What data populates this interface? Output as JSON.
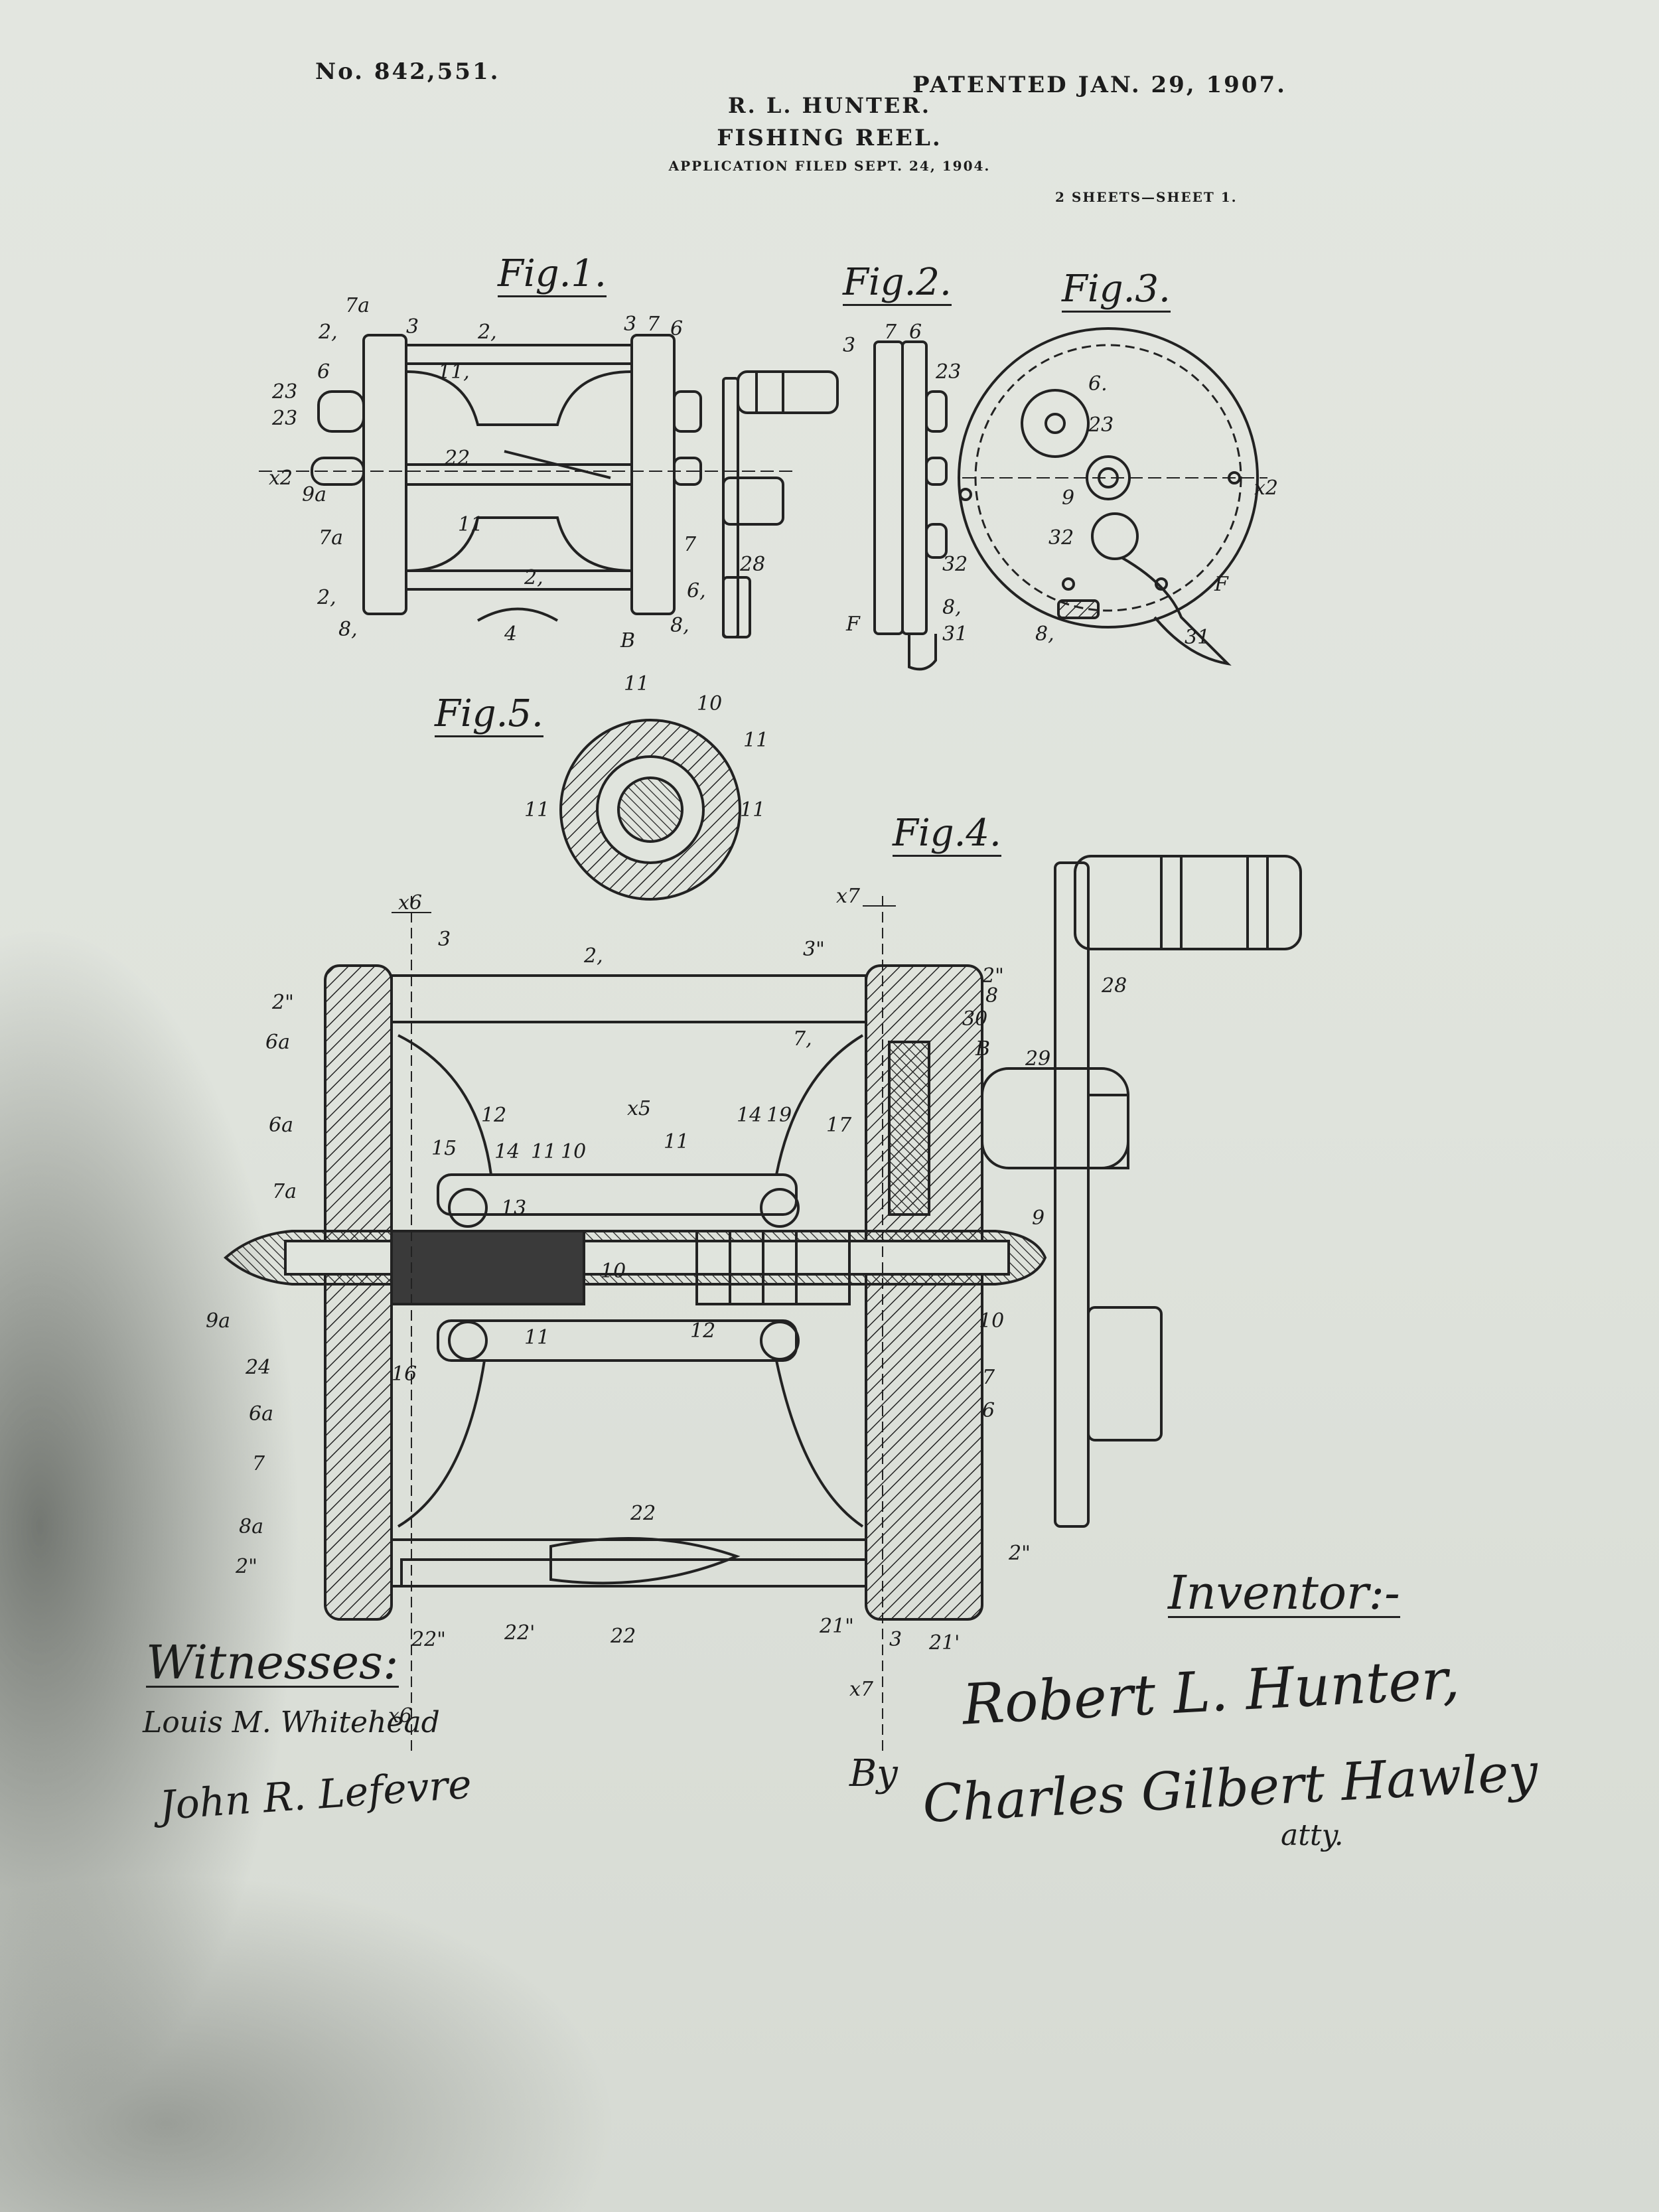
{
  "header": {
    "patent_number": "No. 842,551.",
    "patented_date": "PATENTED JAN. 29, 1907.",
    "inventor": "R. L. HUNTER.",
    "title": "FISHING REEL.",
    "application": "APPLICATION FILED SEPT. 24, 1904.",
    "sheets": "2 SHEETS—SHEET 1."
  },
  "figures": {
    "fig1": "Fig.1.",
    "fig2": "Fig.2.",
    "fig3": "Fig.3.",
    "fig4": "Fig.4.",
    "fig5": "Fig.5."
  },
  "reference_labels": {
    "fig1": [
      "7a",
      "3",
      "2,",
      "3",
      "7",
      "6",
      "2,",
      "6",
      "23",
      "23",
      "x2",
      "9a",
      "7a",
      "2,",
      "22",
      "11",
      "11,",
      "B",
      "4",
      "8,",
      "8,",
      "2,",
      "7",
      "6,",
      "28"
    ],
    "fig2": [
      "7",
      "6",
      "3",
      "23",
      "32",
      "F",
      "8,",
      "31"
    ],
    "fig3": [
      "6.",
      "23",
      "9",
      "32",
      "F",
      "8,",
      "31",
      "x2"
    ],
    "fig5": [
      "11",
      "10",
      "11",
      "11",
      "11"
    ],
    "fig4": [
      "x6",
      "x7",
      "2\"",
      "2,",
      "3",
      "3\"",
      "2\"",
      "8",
      "6a",
      "30",
      "7,",
      "B",
      "29",
      "28",
      "6a",
      "12",
      "14",
      "11",
      "10",
      "x5",
      "11",
      "14",
      "19",
      "17",
      "7a",
      "15",
      "13",
      "10",
      "9",
      "9a",
      "24",
      "16",
      "11",
      "12",
      "10",
      "7",
      "6a",
      "7",
      "6",
      "8a",
      "2\"",
      "22",
      "22\"",
      "22'",
      "22",
      "21\"",
      "3",
      "21'",
      "2\"",
      "x7",
      "x6"
    ]
  },
  "signatures": {
    "witnesses_label": "Witnesses:",
    "inventor_label": "Inventor:-",
    "witness_1": "Louis M. Whitehead",
    "witness_2": "John R. Lefevre",
    "inventor": "Robert L. Hunter,",
    "by": "By",
    "attorney": "Charles Gilbert Hawley",
    "atty": "atty."
  },
  "colors": {
    "paper": "#dfe3dc",
    "ink": "#1c1c1c",
    "shadow": "#2a2e2a"
  }
}
